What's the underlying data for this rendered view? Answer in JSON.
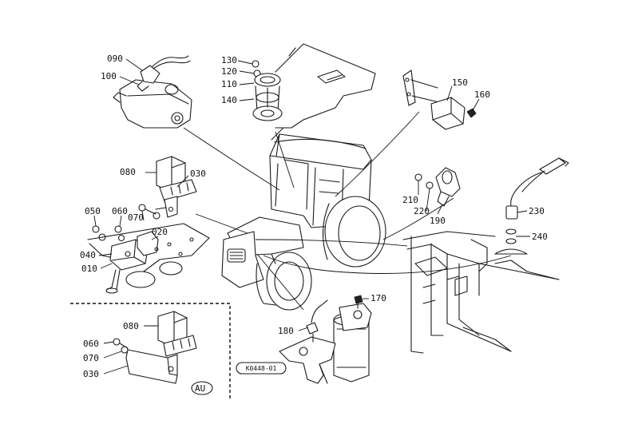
{
  "labels": {
    "p090": "090",
    "p100": "100",
    "p130": "130",
    "p120": "120",
    "p110": "110",
    "p140": "140",
    "p150": "150",
    "p160": "160",
    "p080a": "080",
    "p030a": "030",
    "p050": "050",
    "p060a": "060",
    "p070a": "070",
    "p040": "040",
    "p020": "020",
    "p010": "010",
    "p210": "210",
    "p220": "220",
    "p190": "190",
    "p230": "230",
    "p240": "240",
    "p170": "170",
    "p180": "180",
    "p080b": "080",
    "p060b": "060",
    "p070b": "070",
    "p030b": "030"
  },
  "stamp": "AU",
  "drawing_code": "K0448-01"
}
